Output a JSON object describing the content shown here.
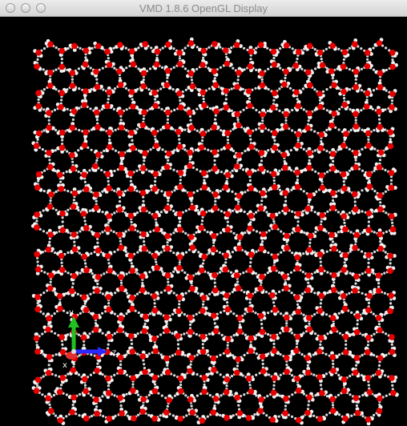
{
  "window": {
    "title": "VMD 1.8.6 OpenGL Display"
  },
  "axes": {
    "x_label": "x",
    "y_label": "y",
    "z_label": "z",
    "colors": {
      "x": "#e03030",
      "y": "#22c022",
      "z": "#2a2aff",
      "origin": "#dddddd"
    }
  },
  "molecule": {
    "representation": "CPK water ice lattice",
    "oxygen_color": "#e80000",
    "hydrogen_color": "#f2f2f2",
    "bond_color": "#dddddd"
  }
}
